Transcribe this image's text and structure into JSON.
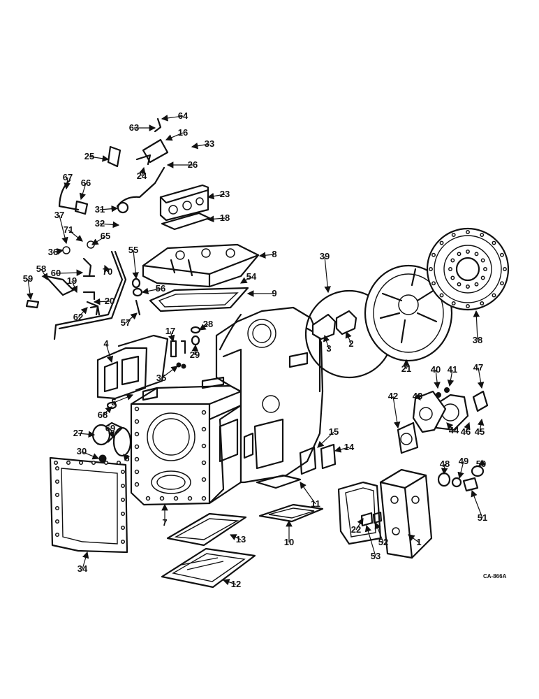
{
  "drawing_code": "CA-866A",
  "callouts": [
    "1",
    "2",
    "3",
    "4",
    "5",
    "6",
    "7",
    "8",
    "9",
    "10",
    "11",
    "12",
    "13",
    "14",
    "15",
    "16",
    "17",
    "18",
    "19",
    "20",
    "21",
    "22",
    "23",
    "24",
    "25",
    "26",
    "27",
    "28",
    "29",
    "30",
    "31",
    "32",
    "33",
    "34",
    "35",
    "36",
    "37",
    "38",
    "39",
    "40",
    "41",
    "42",
    "43",
    "44",
    "45",
    "46",
    "47",
    "48",
    "49",
    "50",
    "51",
    "52",
    "53",
    "54",
    "55",
    "56",
    "57",
    "58",
    "59",
    "60",
    "62",
    "63",
    "64",
    "65",
    "66",
    "67",
    "68",
    "69",
    "70",
    "71"
  ]
}
